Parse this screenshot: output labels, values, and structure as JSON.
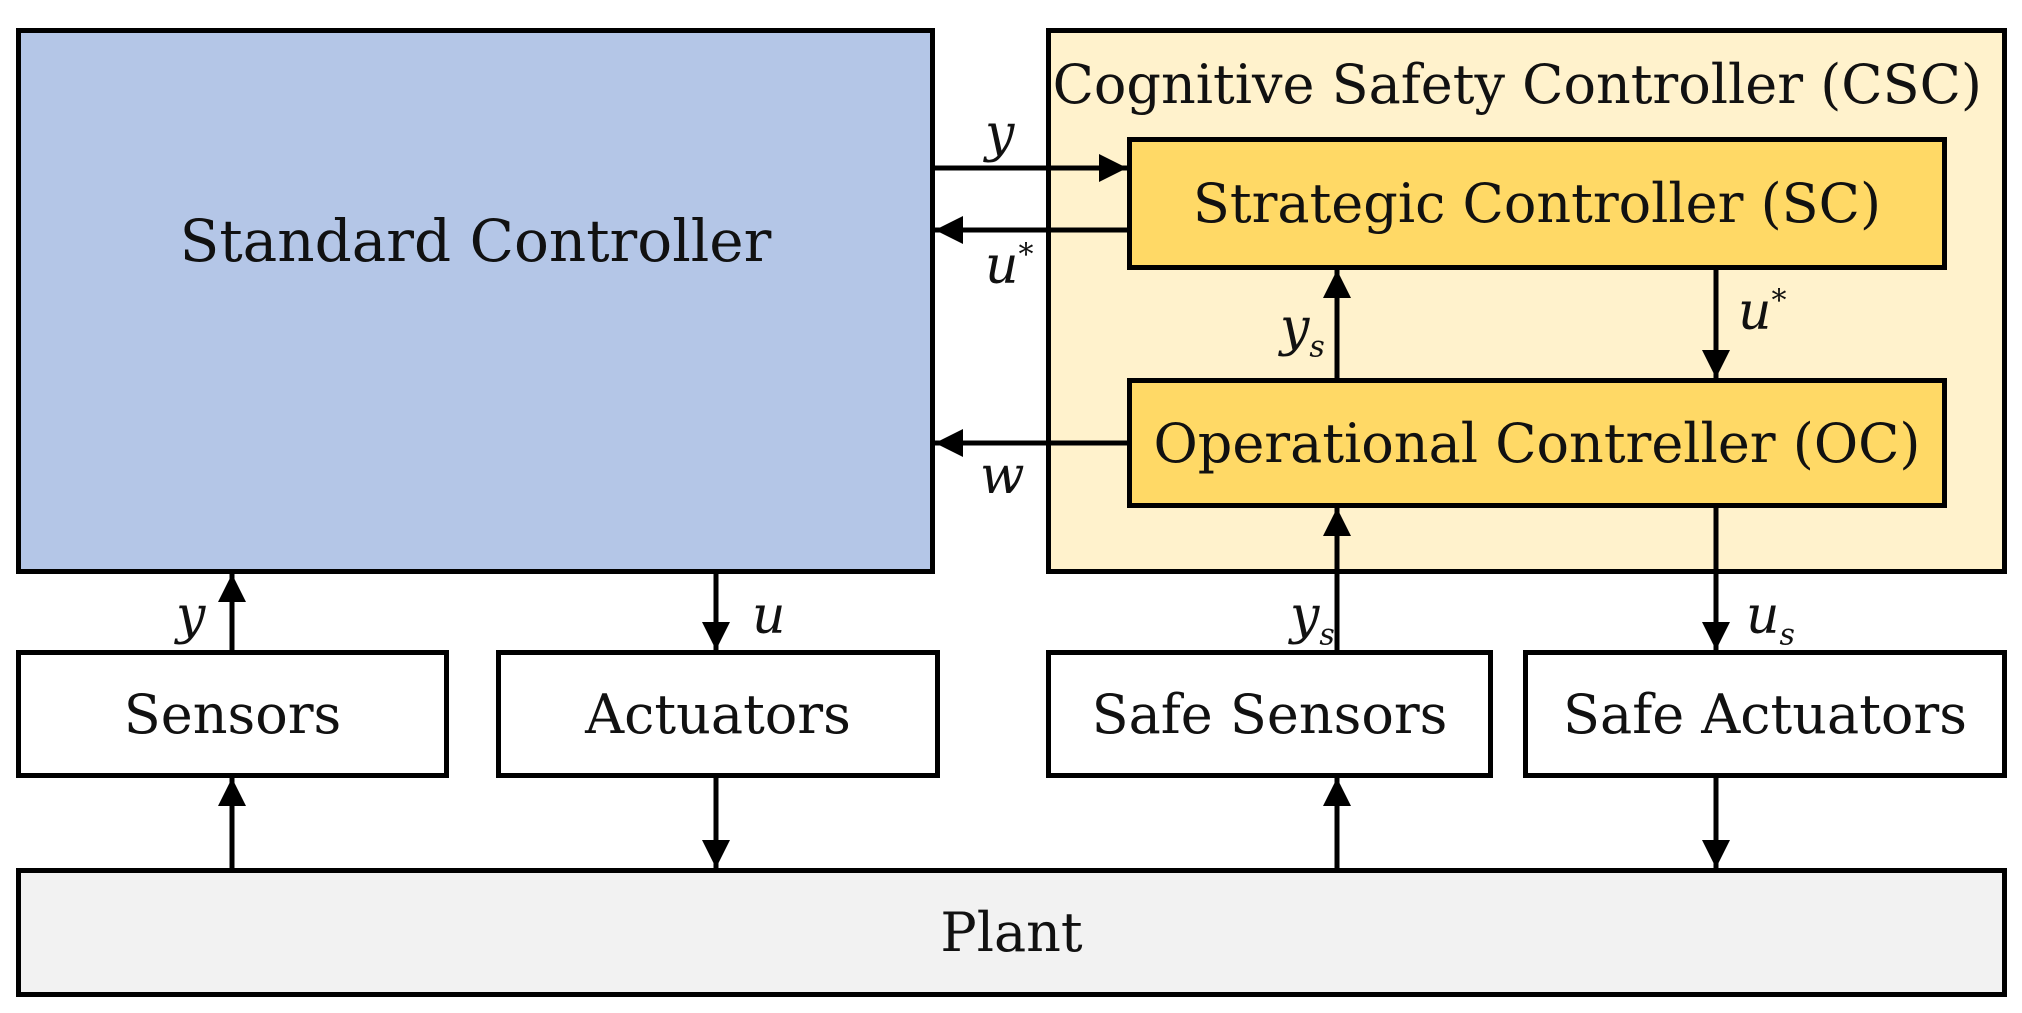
{
  "colors": {
    "standard_controller": "#b4c6e7",
    "csc_background": "#fff2cc",
    "sub_controller": "#ffd966",
    "plain_block": "#ffffff",
    "plant": "#f2f2f2",
    "line": "#000000"
  },
  "blocks": {
    "standard_controller": "Standard Controller",
    "csc": "Cognitive Safety Controller (CSC)",
    "strategic_controller": "Strategic Controller (SC)",
    "operational_controller": "Operational Contreller (OC)",
    "sensors": "Sensors",
    "actuators": "Actuators",
    "safe_sensors": "Safe Sensors",
    "safe_actuators": "Safe Actuators",
    "plant": "Plant"
  },
  "signals": {
    "y": "y",
    "u_star": "u",
    "star": "*",
    "w": "w",
    "u": "u",
    "y_s": "y",
    "u_s": "u",
    "s": "s"
  }
}
